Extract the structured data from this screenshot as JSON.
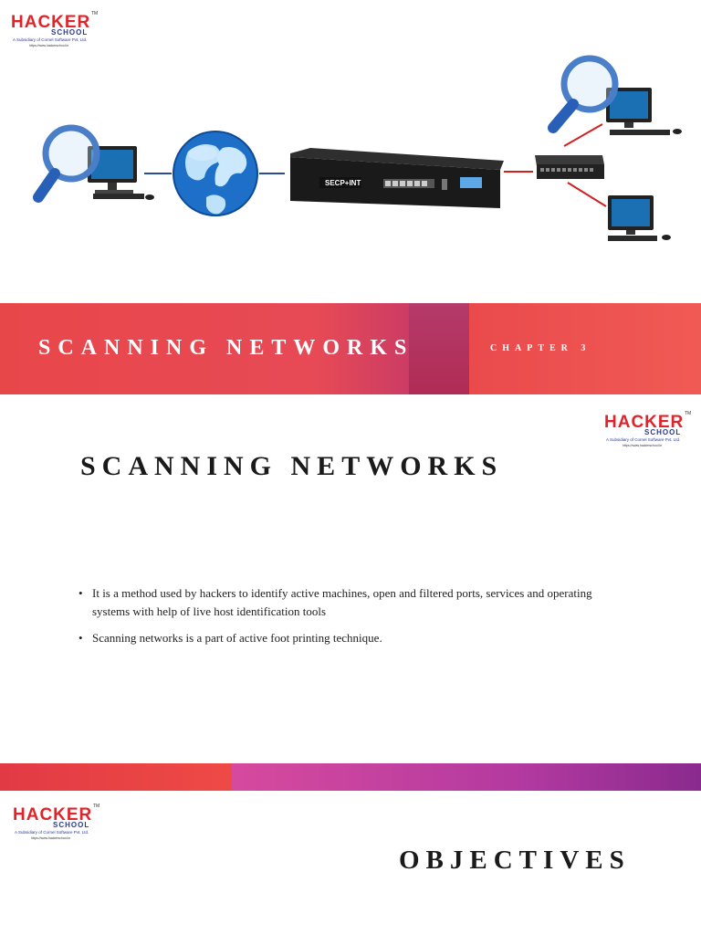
{
  "logo": {
    "brand": "HACKER",
    "sub": "SCHOOL",
    "tm": "TM",
    "tagline": "A Subsidiary of Cornel Software Pvt. Ltd.",
    "url": "https://www.hackerschool.in"
  },
  "diagram": {
    "device_label": "SECP+INT"
  },
  "banner": {
    "title": "SCANNING NETWORKS",
    "chapter": "CHAPTER 3"
  },
  "slide2": {
    "title": "SCANNING NETWORKS",
    "bullets": [
      "It is a method used by hackers to identify active machines, open and filtered ports, services and operating systems with help of live host identification tools",
      "Scanning networks is a part of active foot printing technique."
    ]
  },
  "slide3": {
    "title": "OBJECTIVES"
  },
  "colors": {
    "accent_red": "#e8474a",
    "accent_magenta": "#c83a9a",
    "logo_red": "#e0242a",
    "logo_blue": "#2b3a8f"
  }
}
